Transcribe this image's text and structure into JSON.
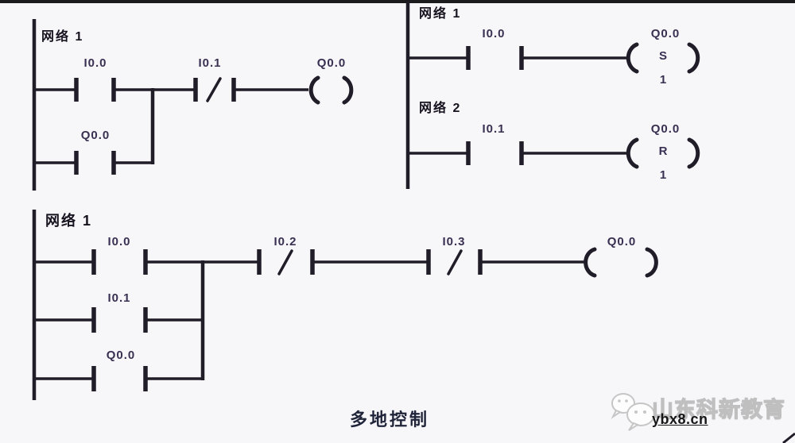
{
  "caption": "多地控制",
  "top_left": {
    "network_label": "网络 1",
    "contact_i00": "I0.0",
    "contact_i01": "I0.1",
    "parallel_contact_q00": "Q0.0",
    "coil_q00": "Q0.0"
  },
  "top_right": {
    "network1_label": "网络 1",
    "n1_contact_i00": "I0.0",
    "n1_coil_label": "Q0.0",
    "n1_coil_fn": "S",
    "n1_coil_operand": "1",
    "network2_label": "网络 2",
    "n2_contact_i01": "I0.1",
    "n2_coil_label": "Q0.0",
    "n2_coil_fn": "R",
    "n2_coil_operand": "1"
  },
  "bottom": {
    "network_label": "网络 1",
    "contact_i00": "I0.0",
    "contact_i01": "I0.1",
    "parallel_contact_q00": "Q0.0",
    "contact_i02": "I0.2",
    "contact_i03": "I0.3",
    "coil_q00": "Q0.0"
  },
  "watermark": {
    "brand": "山东科新教育",
    "site": "ybx8.cn"
  },
  "colors": {
    "line": "#201d29",
    "label": "#3a3052",
    "net": "#16121e",
    "bg": "#f7f6f9",
    "accent_bar": "#1b1b1d",
    "wm_outline": "#bfbfbf",
    "wm_fill": "#fcfcfc",
    "site": "#161616"
  }
}
